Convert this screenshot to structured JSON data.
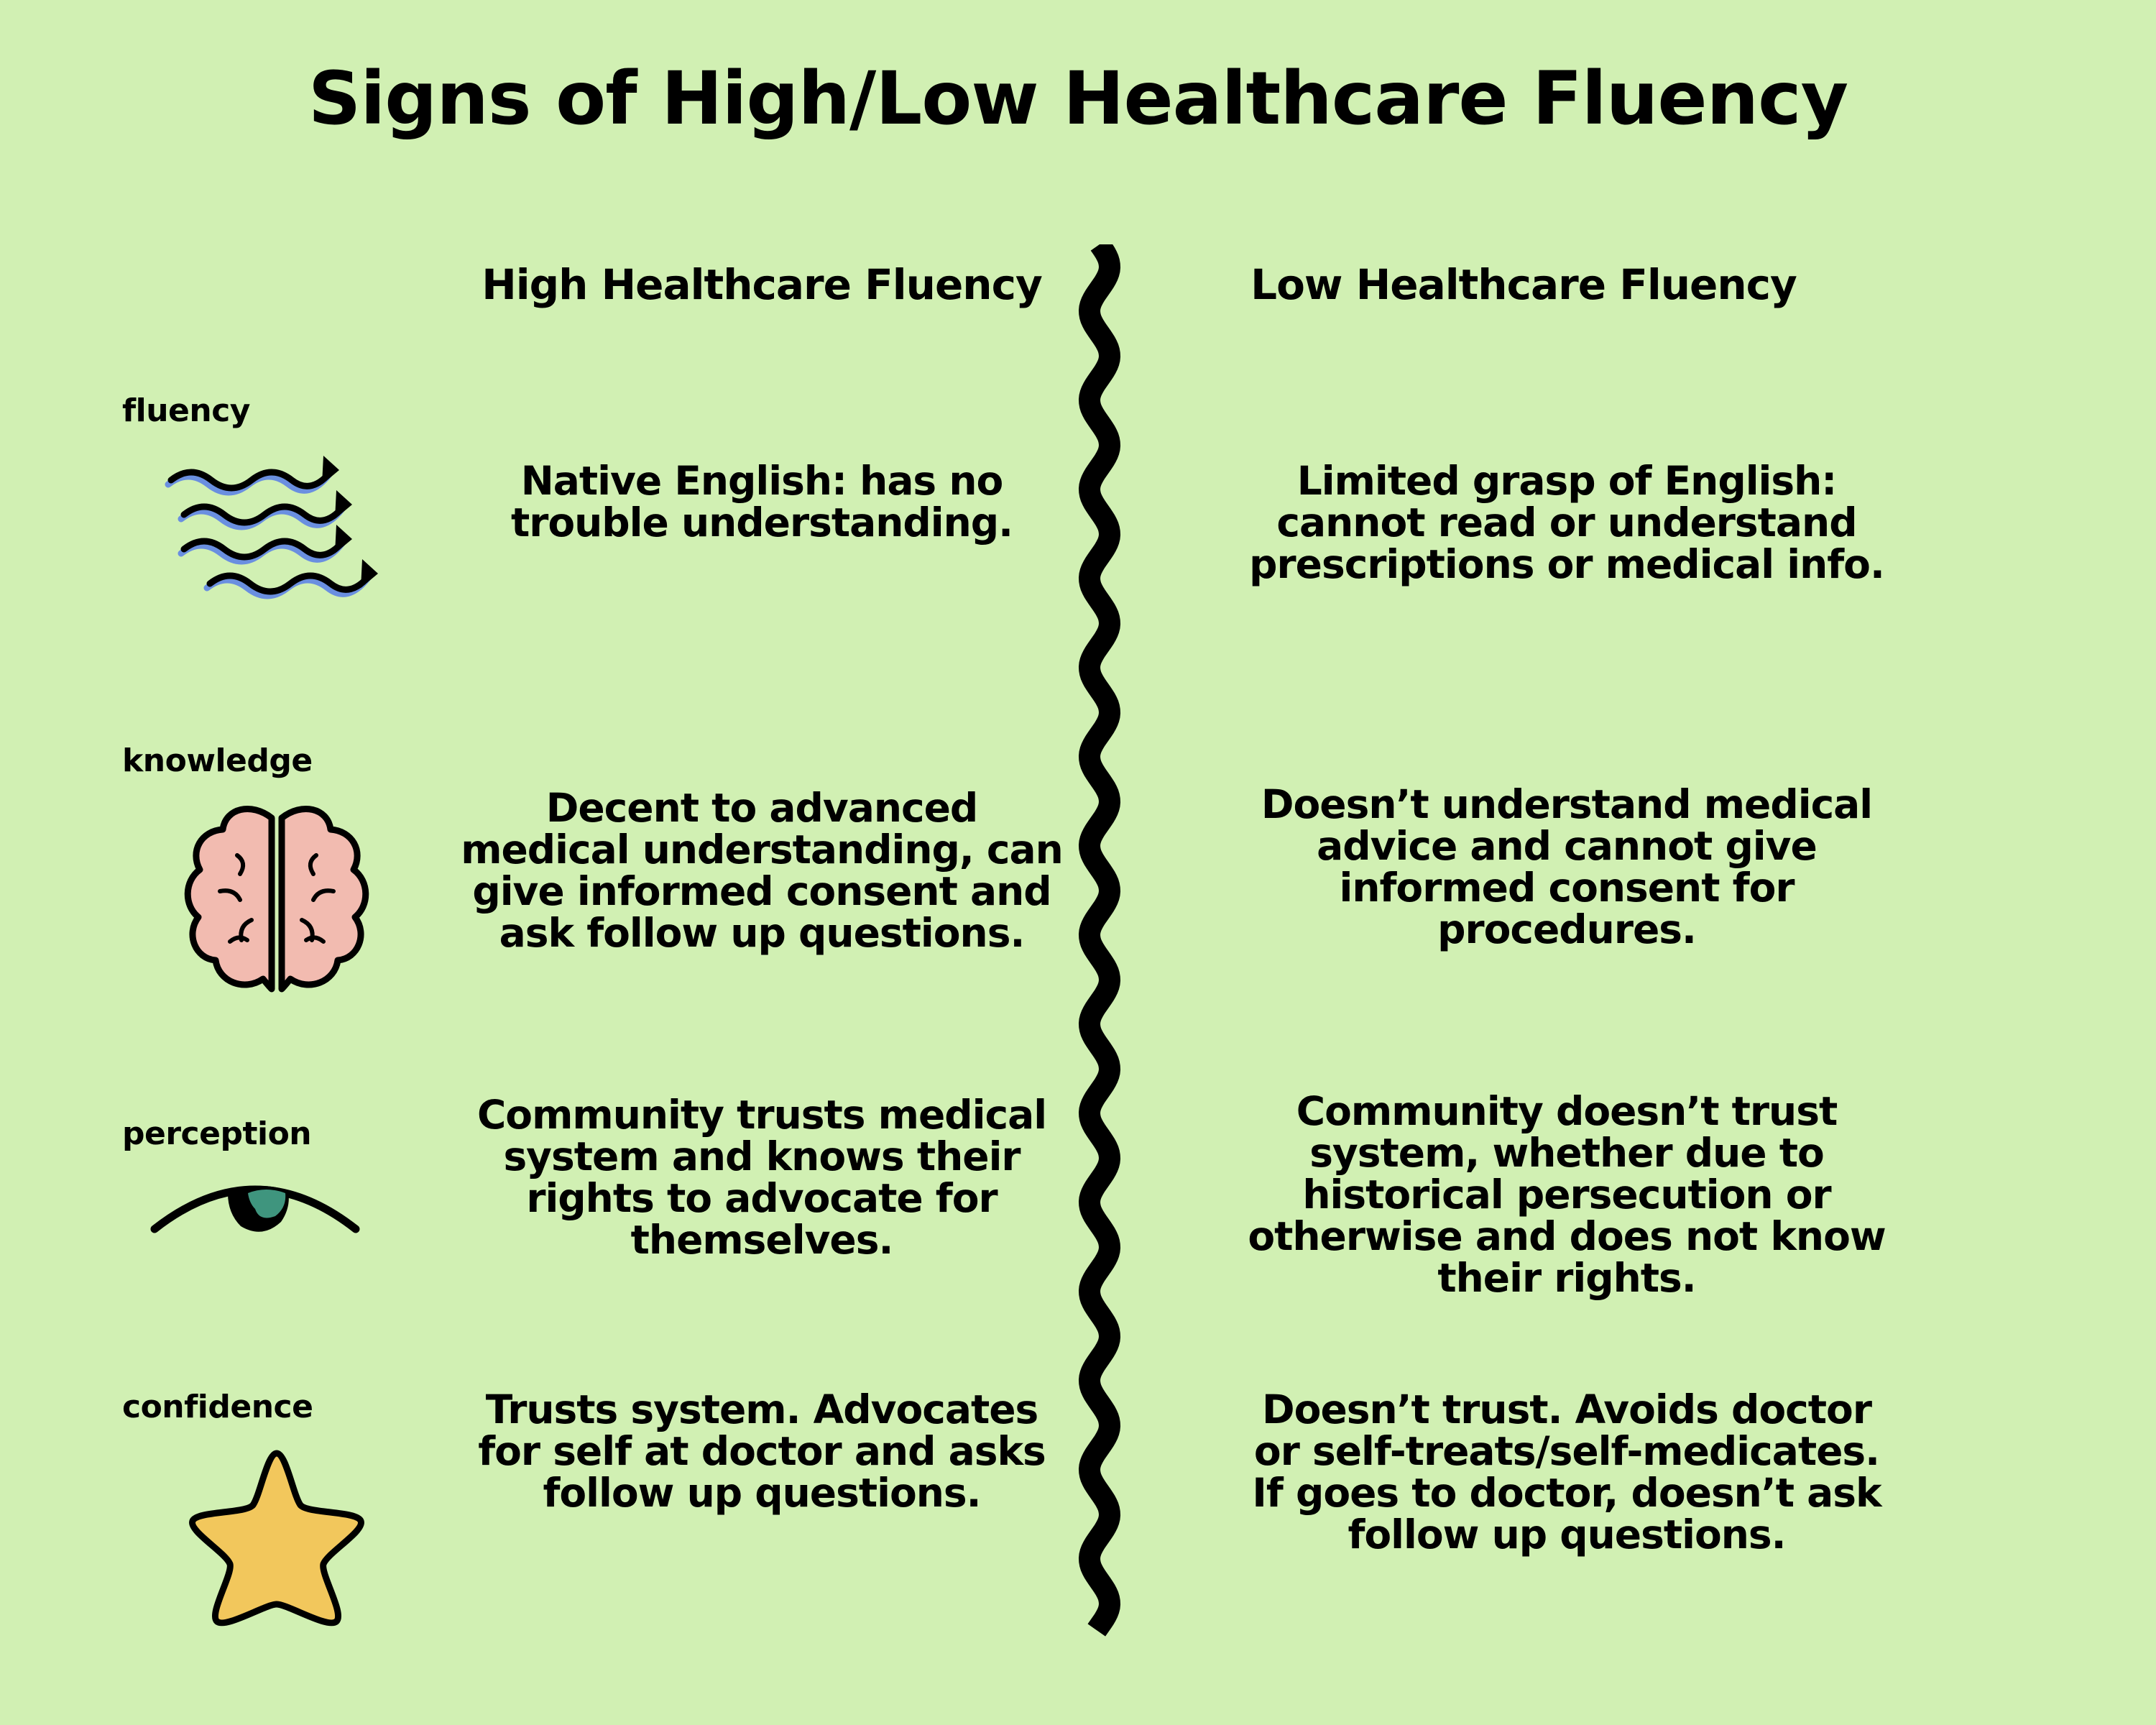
{
  "title": "Signs of High/Low Healthcare Fluency",
  "columns": {
    "high": "High Healthcare Fluency",
    "low": "Low Healthcare Fluency"
  },
  "rows": [
    {
      "label": "fluency",
      "icon": "wavy-arrows-icon",
      "high": "Native English: has no trouble understanding.",
      "low": "Limited grasp of English: cannot read or understand prescriptions or medical info."
    },
    {
      "label": "knowledge",
      "icon": "brain-icon",
      "high": "Decent to advanced medical understanding, can give informed consent and ask follow up questions.",
      "low": "Doesn’t understand medical advice and cannot give informed consent for procedures."
    },
    {
      "label": "perception",
      "icon": "eye-icon",
      "high": "Community trusts medical system and knows their rights to advocate for themselves.",
      "low": "Community doesn’t trust system, whether due to historical persecution or otherwise and does not know their rights."
    },
    {
      "label": "confidence",
      "icon": "star-icon",
      "high": "Trusts system. Advocates for self at doctor and asks follow up questions.",
      "low": "Doesn’t trust. Avoids doctor or self-treats/self-medicates. If goes to doctor, doesn’t ask follow up questions."
    }
  ],
  "colors": {
    "background": "#d1f0b3",
    "brain": "#f2bbb0",
    "iris": "#3f957e",
    "star": "#f2c75c",
    "wave_shadow": "#6a8fe0"
  }
}
